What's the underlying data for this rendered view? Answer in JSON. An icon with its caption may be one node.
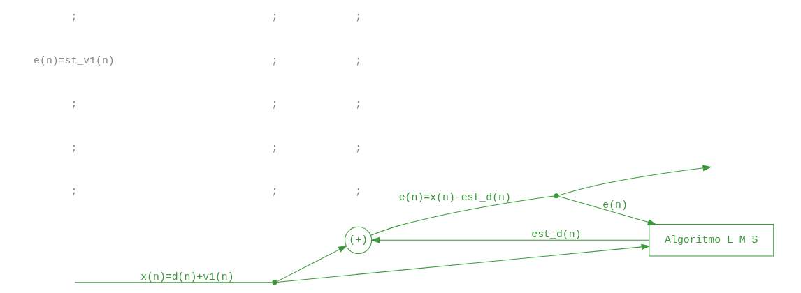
{
  "diagram": {
    "nodes": [
      {
        "text": [],
        "shape": "point"
      },
      {
        "text": [
          "(+)"
        ]
      },
      {
        "text": [],
        "shape": "point"
      },
      {
        "text": [
          "Algoritmo L M S"
        ]
      }
    ],
    "edges": [
      {
        "from": null,
        "to": 0,
        "arrow": "none",
        "label": "x(n)=d(n)+v1(n)"
      },
      {
        "from": 0,
        "to": 1,
        "arrow": "to"
      },
      {
        "from": 1,
        "to": 2,
        "arrow": "none",
        "label": "e(n)=x(n)-est_d(n)"
      },
      {
        "from": 2,
        "to": null,
        "arrow": "to"
      },
      {
        "from": 0,
        "to": 3,
        "arrow": "to"
      },
      {
        "from": 3,
        "to": 1,
        "arrow": "to",
        "label": "est_d(n)"
      },
      {
        "from": 2,
        "to": 3,
        "arrow": "to",
        "label": "e(n)"
      }
    ],
    "labels": [
      ";",
      ";",
      ";",
      "e(n)=st_v1(n)",
      ";",
      ";",
      ";",
      ";",
      ";",
      ";",
      ";",
      ";",
      ";",
      ";",
      ";"
    ]
  }
}
